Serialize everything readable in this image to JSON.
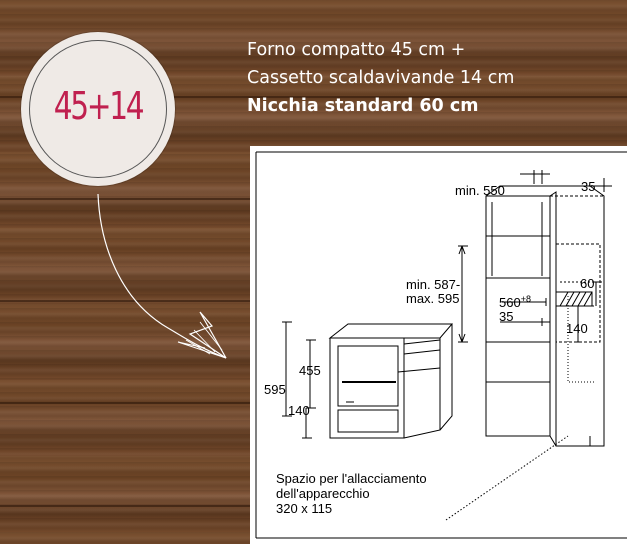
{
  "badge": {
    "text": "45+14"
  },
  "heading": {
    "line1": "Forno compatto 45 cm +",
    "line2": "Cassetto scaldavivande 14 cm",
    "line3": "Nicchia standard 60 cm"
  },
  "dimensions": {
    "min_550": "min. 550",
    "d35_top": "35",
    "min_587": "min. 587-",
    "max_595": "max. 595",
    "d560": "560",
    "d560_sup": "+8",
    "d60": "60",
    "d35_mid": "35",
    "d140_right": "140",
    "d455": "455",
    "d595": "595",
    "d140_left": "140"
  },
  "note": {
    "line1": "Spazio per l'allacciamento",
    "line2": "dell'apparecchio",
    "line3": "320 x 115"
  }
}
